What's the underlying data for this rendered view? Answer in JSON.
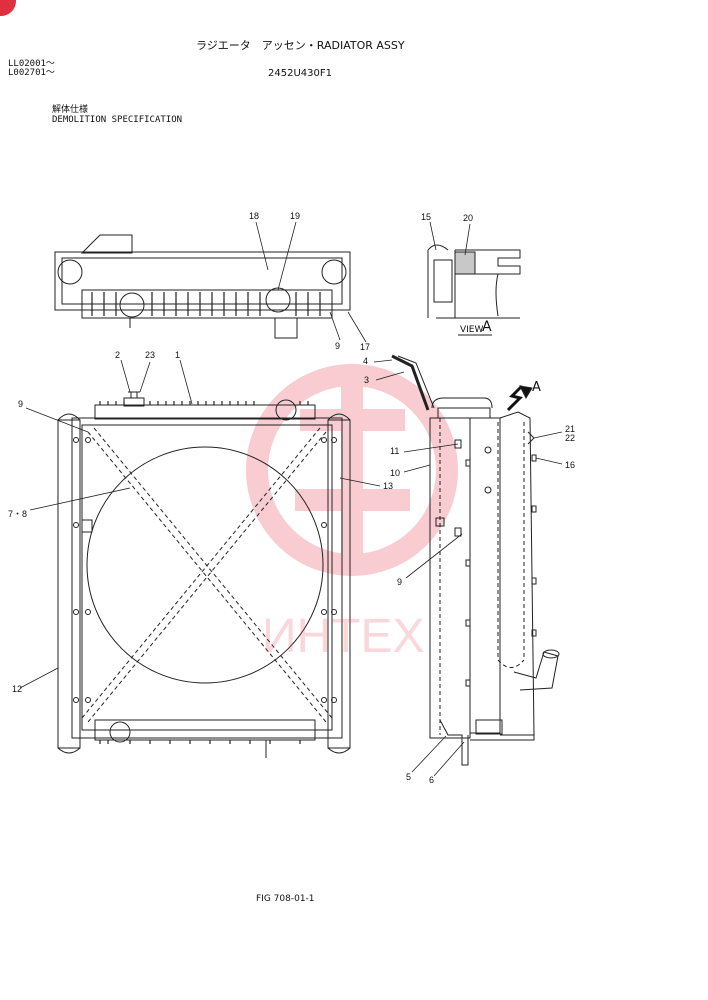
{
  "header": {
    "title": "ラジエータ　アッセン・RADIATOR ASSY",
    "serial_1": "LL02001～",
    "serial_2": "L002701～",
    "part_no": "2452U430F1",
    "spec_jp": "解体仕様",
    "spec_en": "DEMOLITION SPECIFICATION"
  },
  "view": {
    "label": "VIEW",
    "letter": "A",
    "arrow_letter": "A"
  },
  "callouts": {
    "c18": "18",
    "c19": "19",
    "c9a": "9",
    "c17": "17",
    "c15": "15",
    "c20": "20",
    "c2": "2",
    "c23": "23",
    "c1": "1",
    "c9b": "9",
    "c78": "7・8",
    "c13": "13",
    "c12": "12",
    "c4": "4",
    "c3": "3",
    "c11": "11",
    "c10": "10",
    "c9c": "9",
    "c21": "21",
    "c22": "22",
    "c16": "16",
    "c5": "5",
    "c6": "6"
  },
  "watermark": {
    "text": "ИНТЕХ",
    "color": "#e84a5a"
  },
  "footer": {
    "fig": "FIG 708-01-1"
  }
}
